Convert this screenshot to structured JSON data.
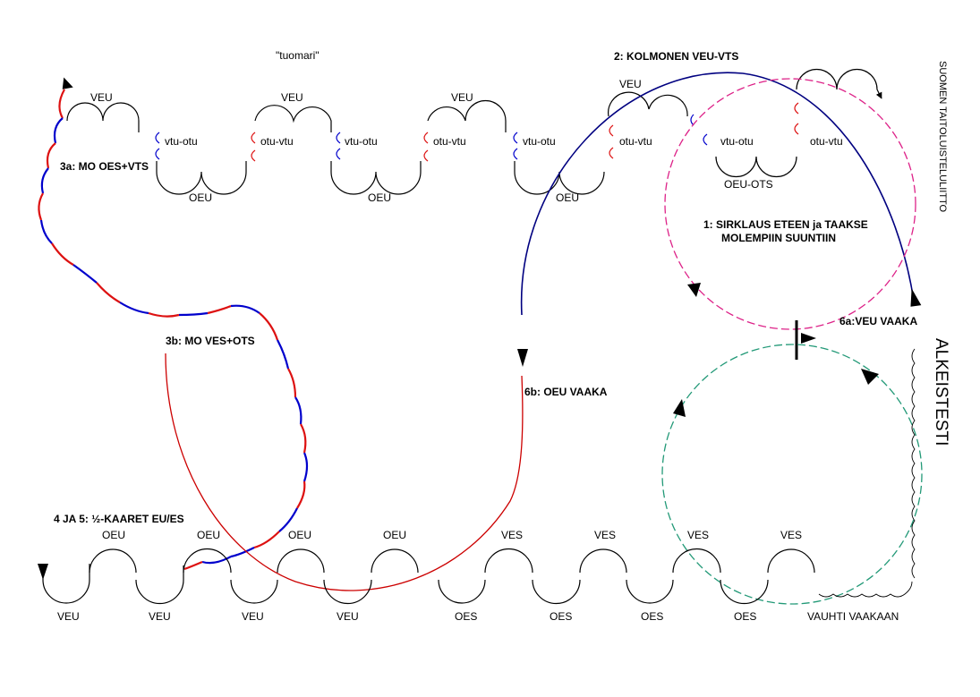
{
  "title": "SUOMEN TAITOLUISTELULIITTO",
  "heading": "ALKEISTESTI",
  "judge": "\"tuomari\"",
  "colors": {
    "blue": "#0000cc",
    "red": "#dd1111",
    "navy": "#000080",
    "darkred": "#cc0000",
    "magenta": "#dd2288",
    "green": "#229977"
  },
  "sections": {
    "s1": [
      "1: SIRKLAUS ETEEN ja TAAKSE",
      "MOLEMPIIN SUUNTIIN"
    ],
    "s2": "2: KOLMONEN VEU-VTS",
    "s3a": "3a: MO OES+VTS",
    "s3b": "3b: MO VES+OTS",
    "s45": "4 JA 5: ½-KAARET EU/ES",
    "s6a": "6a:VEU VAAKA",
    "s6b": "6b: OEU VAAKA"
  },
  "top_row": {
    "upper": [
      "VEU",
      "VEU",
      "VEU",
      "VEU"
    ],
    "lower": [
      "OEU",
      "OEU",
      "OEU",
      "OEU-OTS"
    ],
    "turns": [
      "vtu-otu",
      "otu-vtu",
      "vtu-otu",
      "otu-vtu",
      "vtu-otu",
      "otu-vtu",
      "vtu-otu",
      "otu-vtu"
    ]
  },
  "bottom_row": {
    "upper": [
      "OEU",
      "OEU",
      "OEU",
      "OEU",
      "VES",
      "VES",
      "VES",
      "VES"
    ],
    "lower": [
      "VEU",
      "VEU",
      "VEU",
      "VEU",
      "OES",
      "OES",
      "OES",
      "OES"
    ],
    "speed": "VAUHTI VAAKAAN"
  }
}
